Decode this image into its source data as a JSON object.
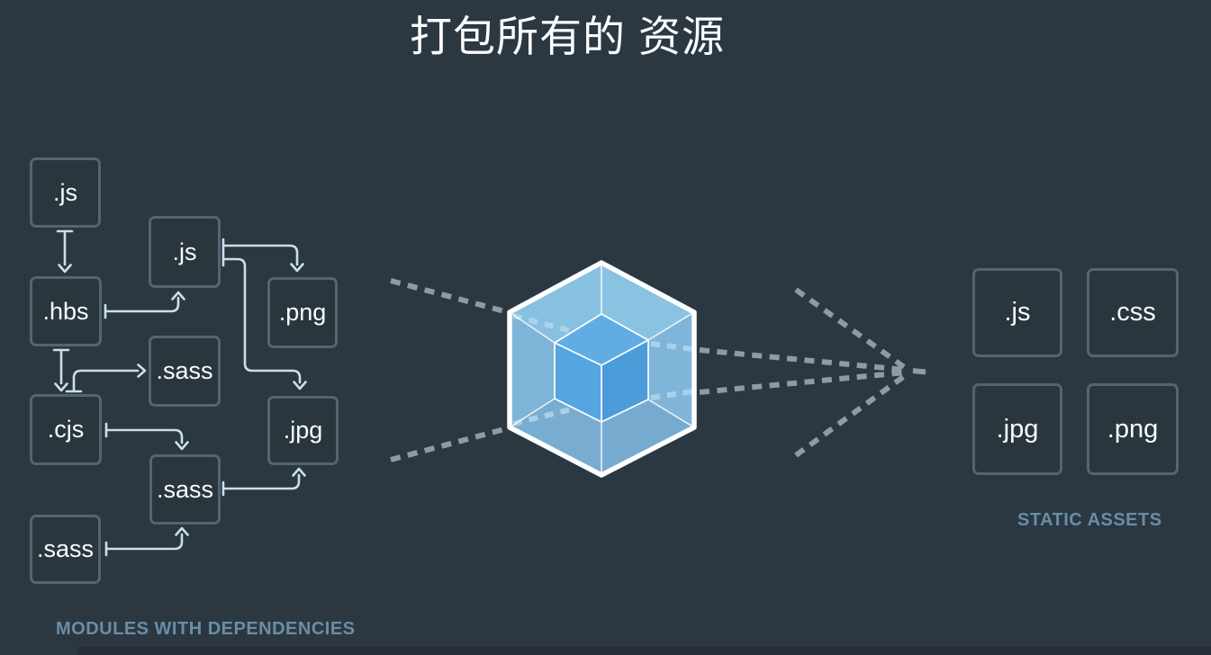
{
  "title": "打包所有的 资源",
  "modules_section": {
    "caption": "MODULES WITH DEPENDENCIES",
    "nodes": [
      ".js",
      ".js",
      ".hbs",
      ".png",
      ".sass",
      ".cjs",
      ".jpg",
      ".sass",
      ".sass"
    ]
  },
  "assets_section": {
    "caption": "STATIC ASSETS",
    "nodes": [
      ".js",
      ".css",
      ".jpg",
      ".png"
    ]
  },
  "icons": {
    "webpack_cube": "webpack-cube-icon",
    "dependency_arrows": "dependency-arrow",
    "bundle_flow": "bundle-flow-dashed-lines"
  },
  "colors": {
    "background": "#2b3842",
    "node_border": "#54656e",
    "node_text": "#fbfcfd",
    "title_text": "#fdfdfd",
    "caption_text": "#6b8da6",
    "arrow": "#c9dfee",
    "flow_dash_gray": "#8e9ba4",
    "flow_dash_light": "#b3d7ee",
    "cube_outline": "#ffffff",
    "cube_glass_top": "#87c0e0",
    "cube_glass_side": "#7db4d7",
    "cube_glass_bottom": "#78add1",
    "cube_core_top": "#61ade3",
    "cube_core_left": "#55a5e0",
    "cube_core_right": "#4c9cda"
  }
}
